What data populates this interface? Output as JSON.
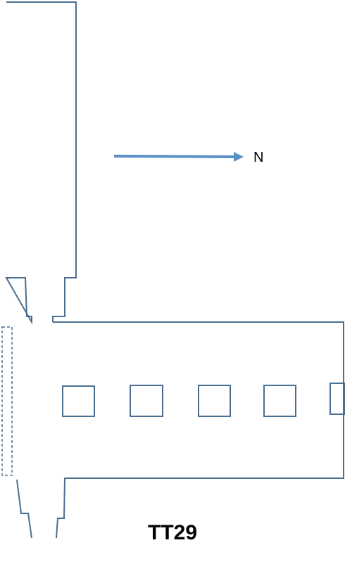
{
  "diagram": {
    "compass_label": "N",
    "tomb_label": "TT29",
    "pillar_count": 5
  },
  "colors": {
    "walls": "#4a6e91",
    "arrow": "#5b8fc7",
    "text": "#000000"
  }
}
